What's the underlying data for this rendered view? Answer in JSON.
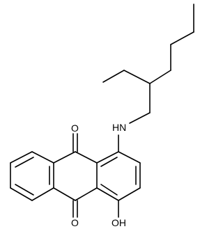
{
  "molecule": {
    "atoms": {
      "oxygen_top": "O",
      "oxygen_bottom": "O",
      "amine": "HN",
      "hydroxyl": "OH"
    },
    "colors": {
      "bond": "#000000",
      "label": "#000000",
      "background": "#ffffff"
    }
  }
}
